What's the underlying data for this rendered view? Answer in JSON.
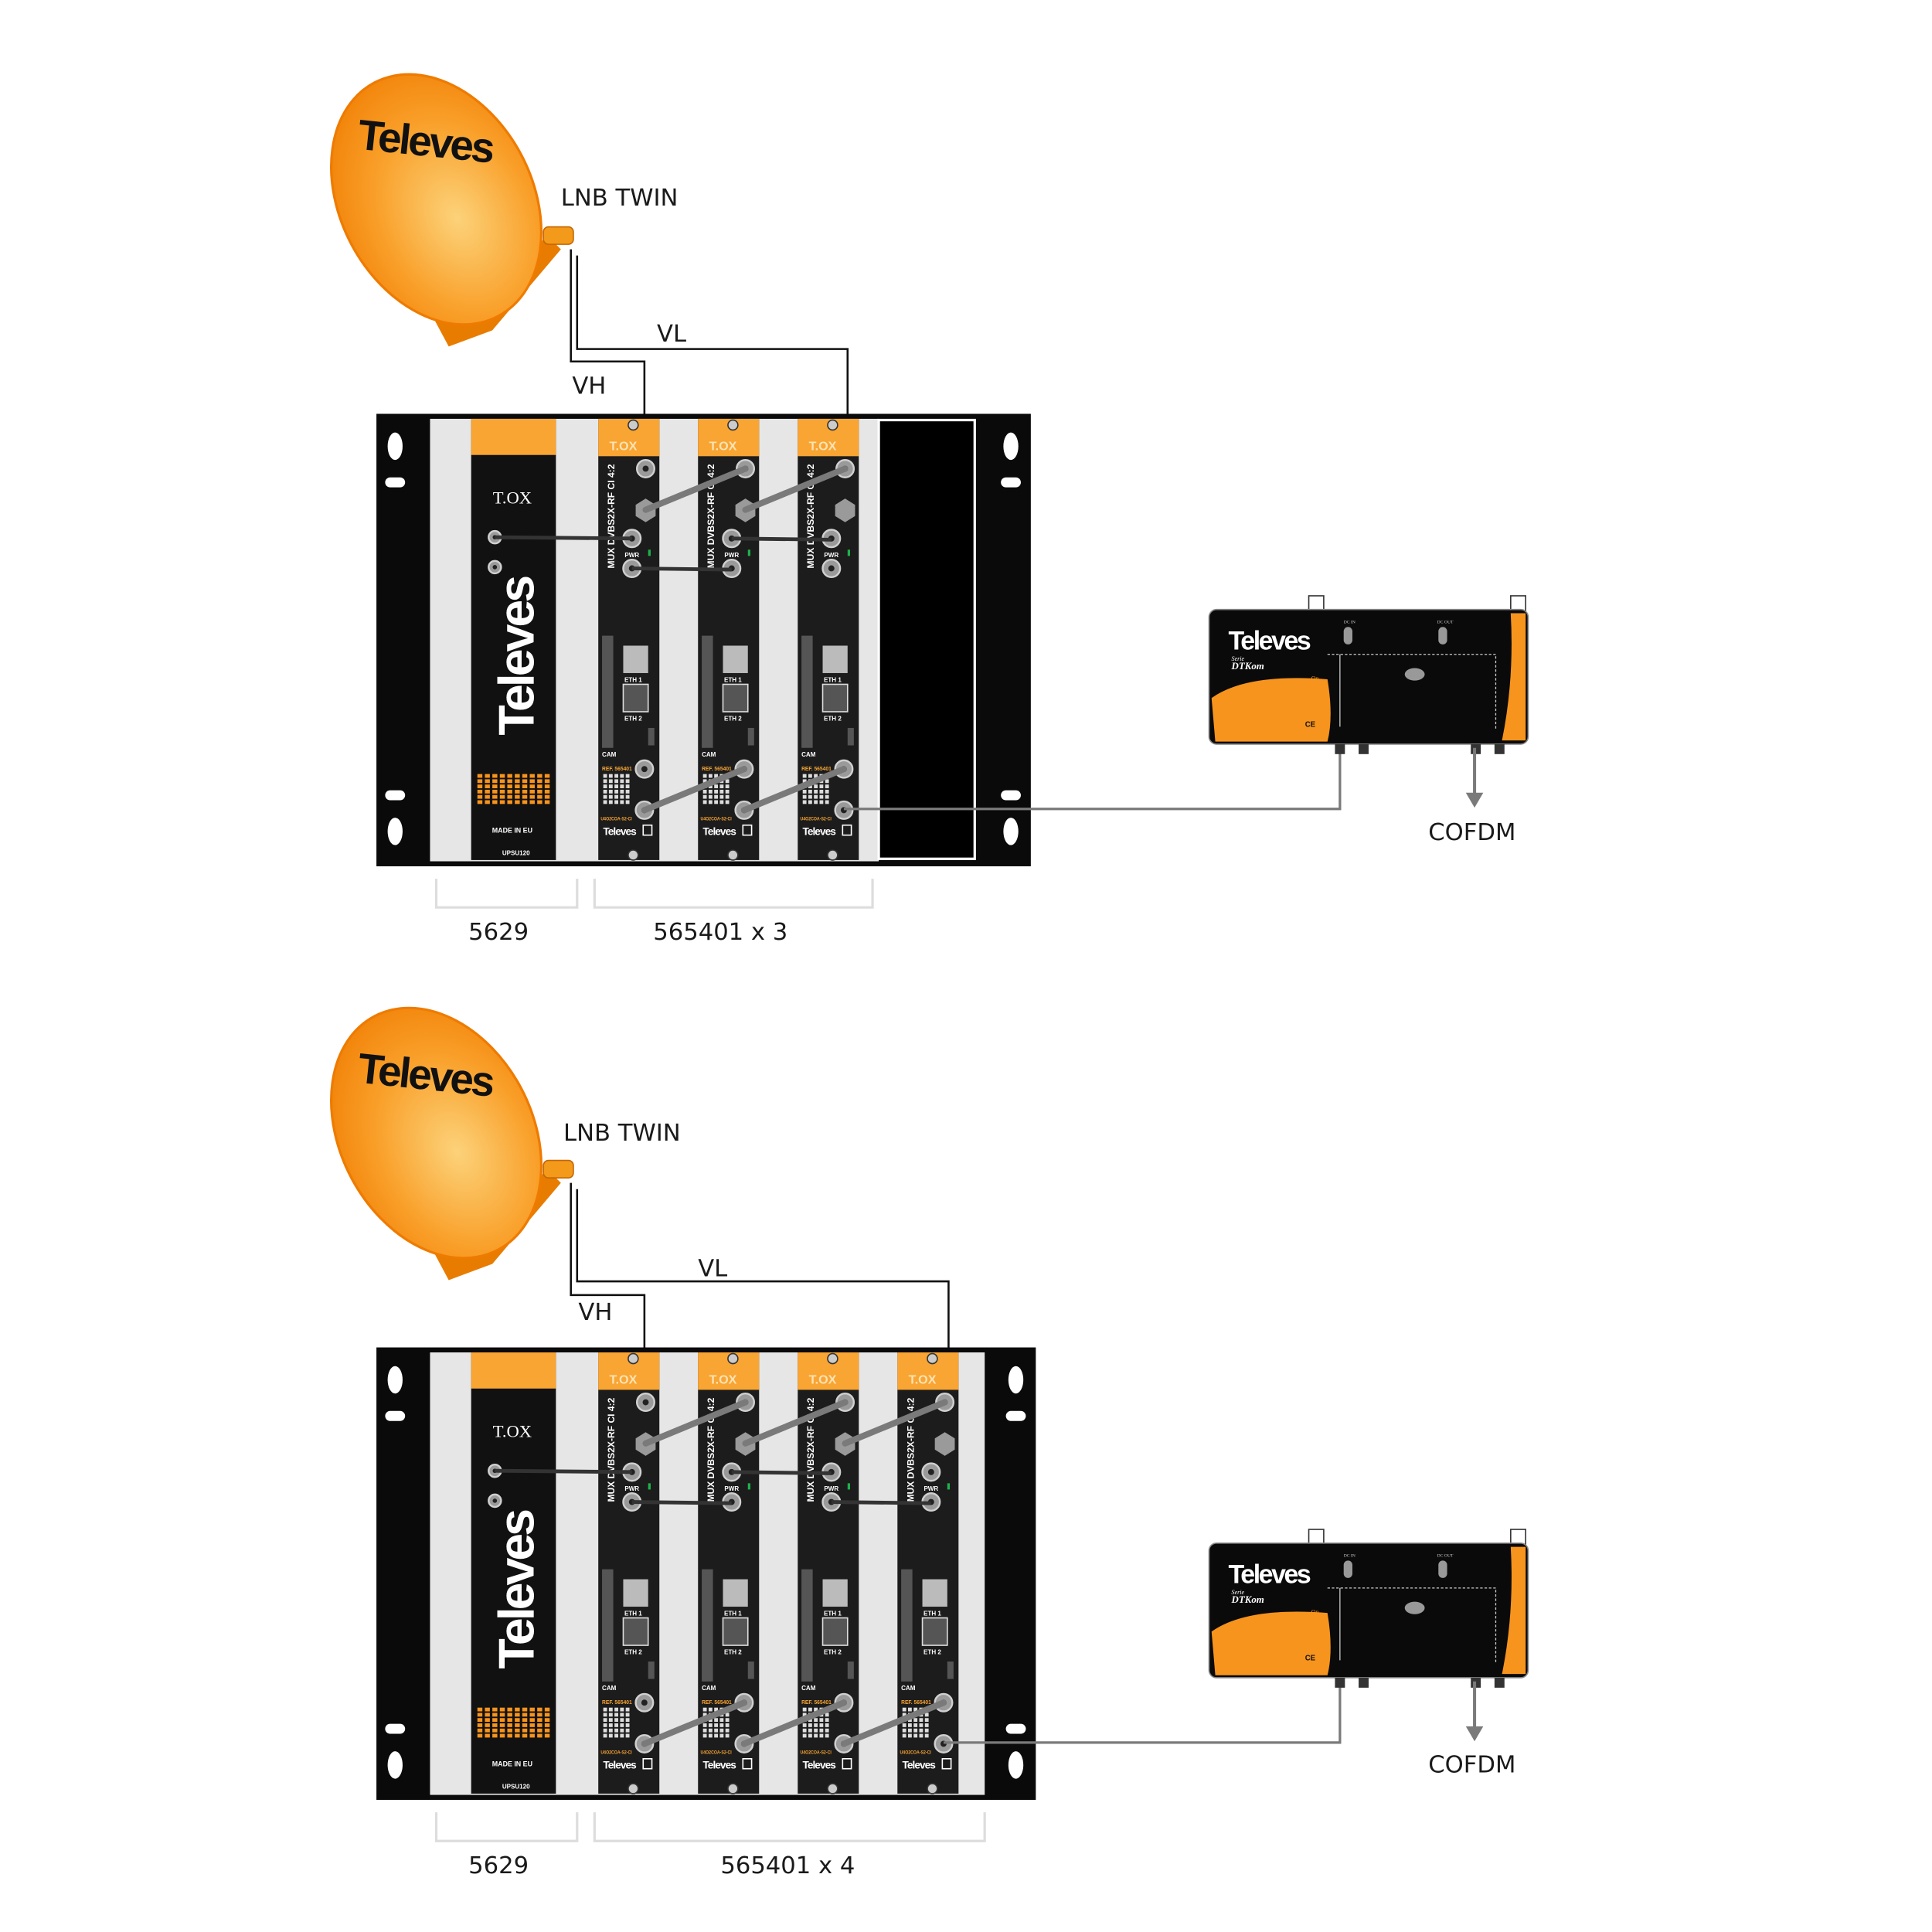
{
  "brand": "Televes",
  "colors": {
    "orange": "#f9a533",
    "dish": "#f7941d",
    "black": "#0a0a0a",
    "gray": "#e6e6e6",
    "cable": "#7a7a7a"
  },
  "module_texts": {
    "logo": "T.OX",
    "model": "MUX DVBS2X-RF CI 4:2",
    "pwr": "PWR",
    "eth1": "ETH 1",
    "eth2": "ETH 2",
    "cam": "CAM",
    "ref": "REF. 565401",
    "code": "U4O2COA-S2-CI",
    "brand": "Televes"
  },
  "psu_texts": {
    "logo": "T.OX",
    "brand": "Televes",
    "made_in": "MADE IN EU",
    "model": "UPSU120"
  },
  "amp_texts": {
    "brand": "Televes",
    "serie": "Serie",
    "series_name": "DTKom",
    "on": "On",
    "dc_in": "DC IN",
    "dc_out": "DC OUT",
    "ce": "CE"
  },
  "diagrams": [
    {
      "lnb_label": "LNB TWIN",
      "vl_label": "VL",
      "vh_label": "VH",
      "psu_ref": "5629",
      "module_ref": "565401 x 3",
      "module_count": 3,
      "output_label": "COFDM"
    },
    {
      "lnb_label": "LNB TWIN",
      "vl_label": "VL",
      "vh_label": "VH",
      "psu_ref": "5629",
      "module_ref": "565401 x 4",
      "module_count": 4,
      "output_label": "COFDM"
    }
  ]
}
